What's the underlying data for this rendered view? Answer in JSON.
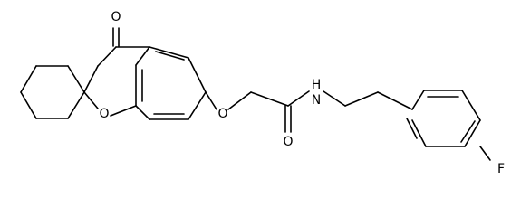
{
  "molecule": {
    "atom_labels": {
      "ketone_oxygen": "O",
      "ring_oxygen": "O",
      "ether_oxygen": "O",
      "amide_oxygen": "O",
      "amide_nitrogen": "N",
      "amide_hydrogen": "H",
      "fluorine": "F"
    },
    "colors": {
      "bond": "#000000",
      "background": "#ffffff"
    }
  }
}
